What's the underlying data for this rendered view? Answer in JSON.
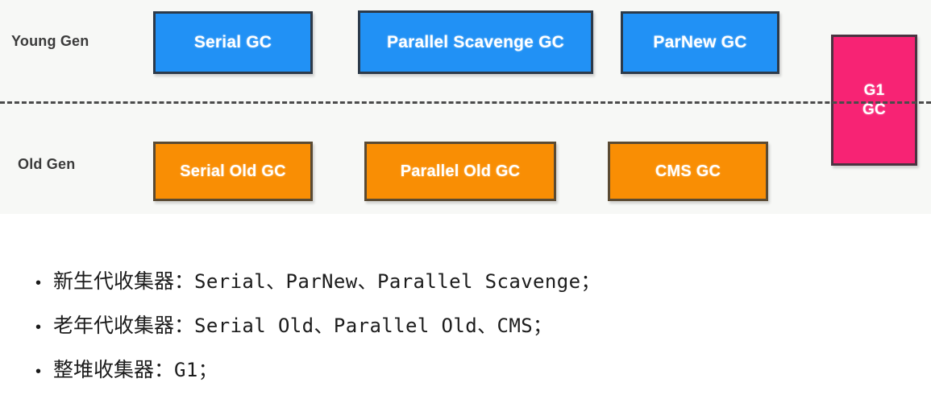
{
  "diagram": {
    "background_color": "#f7f8f6",
    "divider": {
      "style": "dashed",
      "color": "#4b4b4b"
    },
    "rows": [
      {
        "id": "young",
        "label": "Young Gen",
        "color": "#2191f5"
      },
      {
        "id": "old",
        "label": "Old Gen",
        "color": "#f98e04"
      }
    ],
    "young_boxes": [
      {
        "label": "Serial GC"
      },
      {
        "label": "Parallel Scavenge GC"
      },
      {
        "label": "ParNew GC"
      }
    ],
    "old_boxes": [
      {
        "label": "Serial Old GC"
      },
      {
        "label": "Parallel Old GC"
      },
      {
        "label": "CMS GC"
      }
    ],
    "whole_heap_box": {
      "line1": "G1",
      "line2": "GC",
      "color": "#f72374"
    }
  },
  "bullets": [
    {
      "marker": "•",
      "prefix": "新生代收集器：",
      "value": "Serial、ParNew、Parallel Scavenge；"
    },
    {
      "marker": "•",
      "prefix": "老年代收集器：",
      "value": "Serial Old、Parallel Old、CMS；"
    },
    {
      "marker": "•",
      "prefix": "整堆收集器：",
      "value": "G1；"
    }
  ]
}
